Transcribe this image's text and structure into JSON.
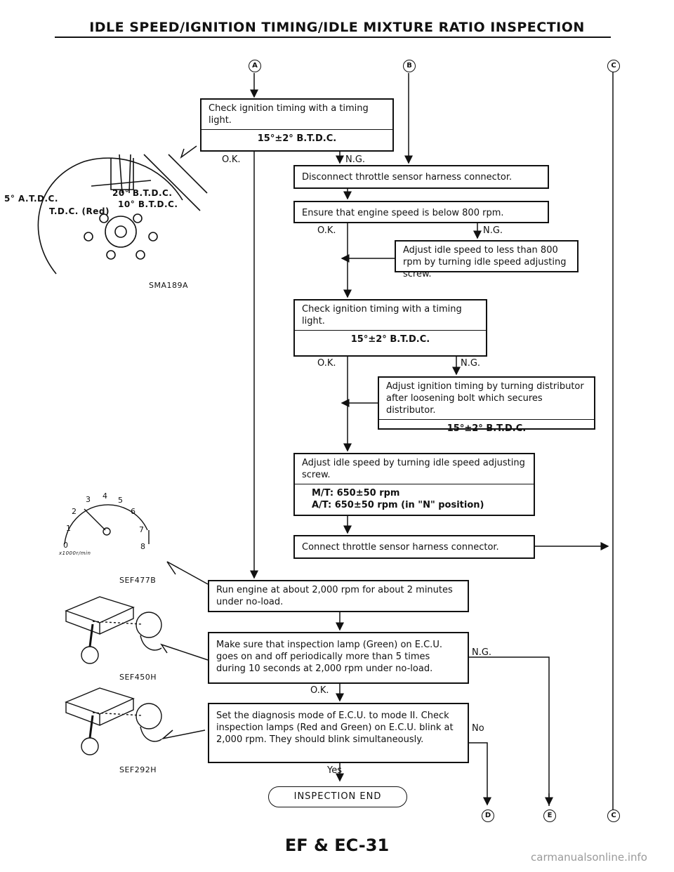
{
  "header": {
    "title": "IDLE SPEED/IGNITION TIMING/IDLE MIXTURE RATIO INSPECTION"
  },
  "connectors": {
    "a": "A",
    "b": "B",
    "c": "C",
    "d": "D",
    "e": "E"
  },
  "boxes": {
    "check1": {
      "text": "Check ignition timing with a timing light.",
      "spec": "15°±2° B.T.D.C."
    },
    "disconnect": {
      "text": "Disconnect throttle sensor harness connector."
    },
    "ensure": {
      "text": "Ensure that engine speed is below 800 rpm."
    },
    "adjust_idle_low": {
      "text": "Adjust idle speed to less than 800 rpm by turning idle speed adjusting screw."
    },
    "check2": {
      "text": "Check ignition timing with a timing light.",
      "spec": "15°±2° B.T.D.C."
    },
    "adjust_timing": {
      "text": "Adjust ignition timing by turning distributor after loosening bolt which secures distributor.",
      "spec": "15°±2° B.T.D.C."
    },
    "adjust_idle": {
      "text": "Adjust idle speed by turning idle speed adjusting screw.",
      "mt": "M/T:  650±50 rpm",
      "at": "A/T:  650±50 rpm (in \"N\" position)"
    },
    "connect": {
      "text": "Connect throttle sensor harness connector."
    },
    "run": {
      "text": "Run engine at about 2,000 rpm for about 2 minutes under no-load."
    },
    "make_sure": {
      "text": "Make sure that inspection lamp (Green) on E.C.U. goes on and off periodically more than 5 times during 10 seconds at 2,000 rpm under no-load."
    },
    "diagnosis": {
      "text": "Set the diagnosis mode of E.C.U. to mode II. Check inspection lamps (Red and Green) on E.C.U. blink at 2,000 rpm. They should blink simultaneously."
    },
    "end": {
      "text": "INSPECTION END"
    }
  },
  "labels": {
    "ok": "O.K.",
    "ng": "N.G.",
    "yes": "Yes",
    "no": "No"
  },
  "figures": {
    "sma189a": {
      "caption": "SMA189A",
      "marks": [
        "5° A.T.D.C.",
        "20° B.T.D.C.",
        "10° B.T.D.C.",
        "T.D.C. (Red)"
      ]
    },
    "sef477b": {
      "caption": "SEF477B",
      "scale": [
        "0",
        "1",
        "2",
        "3",
        "4",
        "5",
        "6",
        "7",
        "8"
      ],
      "unit": "x1000r/min"
    },
    "sef450h": {
      "caption": "SEF450H"
    },
    "sef292h": {
      "caption": "SEF292H"
    }
  },
  "footer": {
    "page": "EF & EC-31"
  },
  "watermark": {
    "text": "carmanualsonline.info"
  }
}
